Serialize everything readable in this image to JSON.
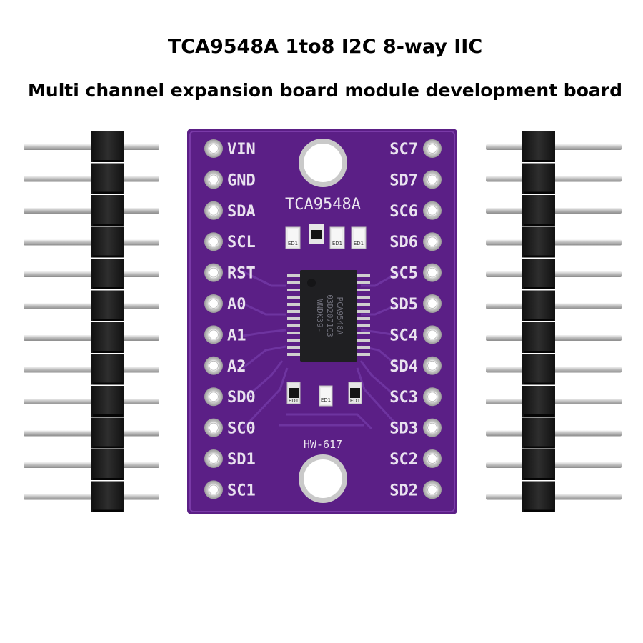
{
  "heading": {
    "line1": "TCA9548A 1to8 I2C 8-way IIC",
    "line2": "Multi channel expansion board module development board"
  },
  "board": {
    "chip_name": "TCA9548A",
    "model": "HW-617",
    "chip_marking": [
      "PCA9548A",
      "03D2071C3",
      "WNDK39-"
    ],
    "led_label": "ED1",
    "left_pins": [
      "VIN",
      "GND",
      "SDA",
      "SCL",
      "RST",
      "A0",
      "A1",
      "A2",
      "SD0",
      "SC0",
      "SD1",
      "SC1"
    ],
    "right_pins": [
      "SC7",
      "SD7",
      "SC6",
      "SD6",
      "SC5",
      "SD5",
      "SC4",
      "SD4",
      "SC3",
      "SD3",
      "SC2",
      "SD2"
    ],
    "colors": {
      "pcb": "#5b1f86",
      "pad": "#d9d9d9",
      "header": "#1c1c1c",
      "pin": "#c8c8c8"
    }
  },
  "headers": {
    "left_pin_count": 12,
    "right_pin_count": 12
  }
}
